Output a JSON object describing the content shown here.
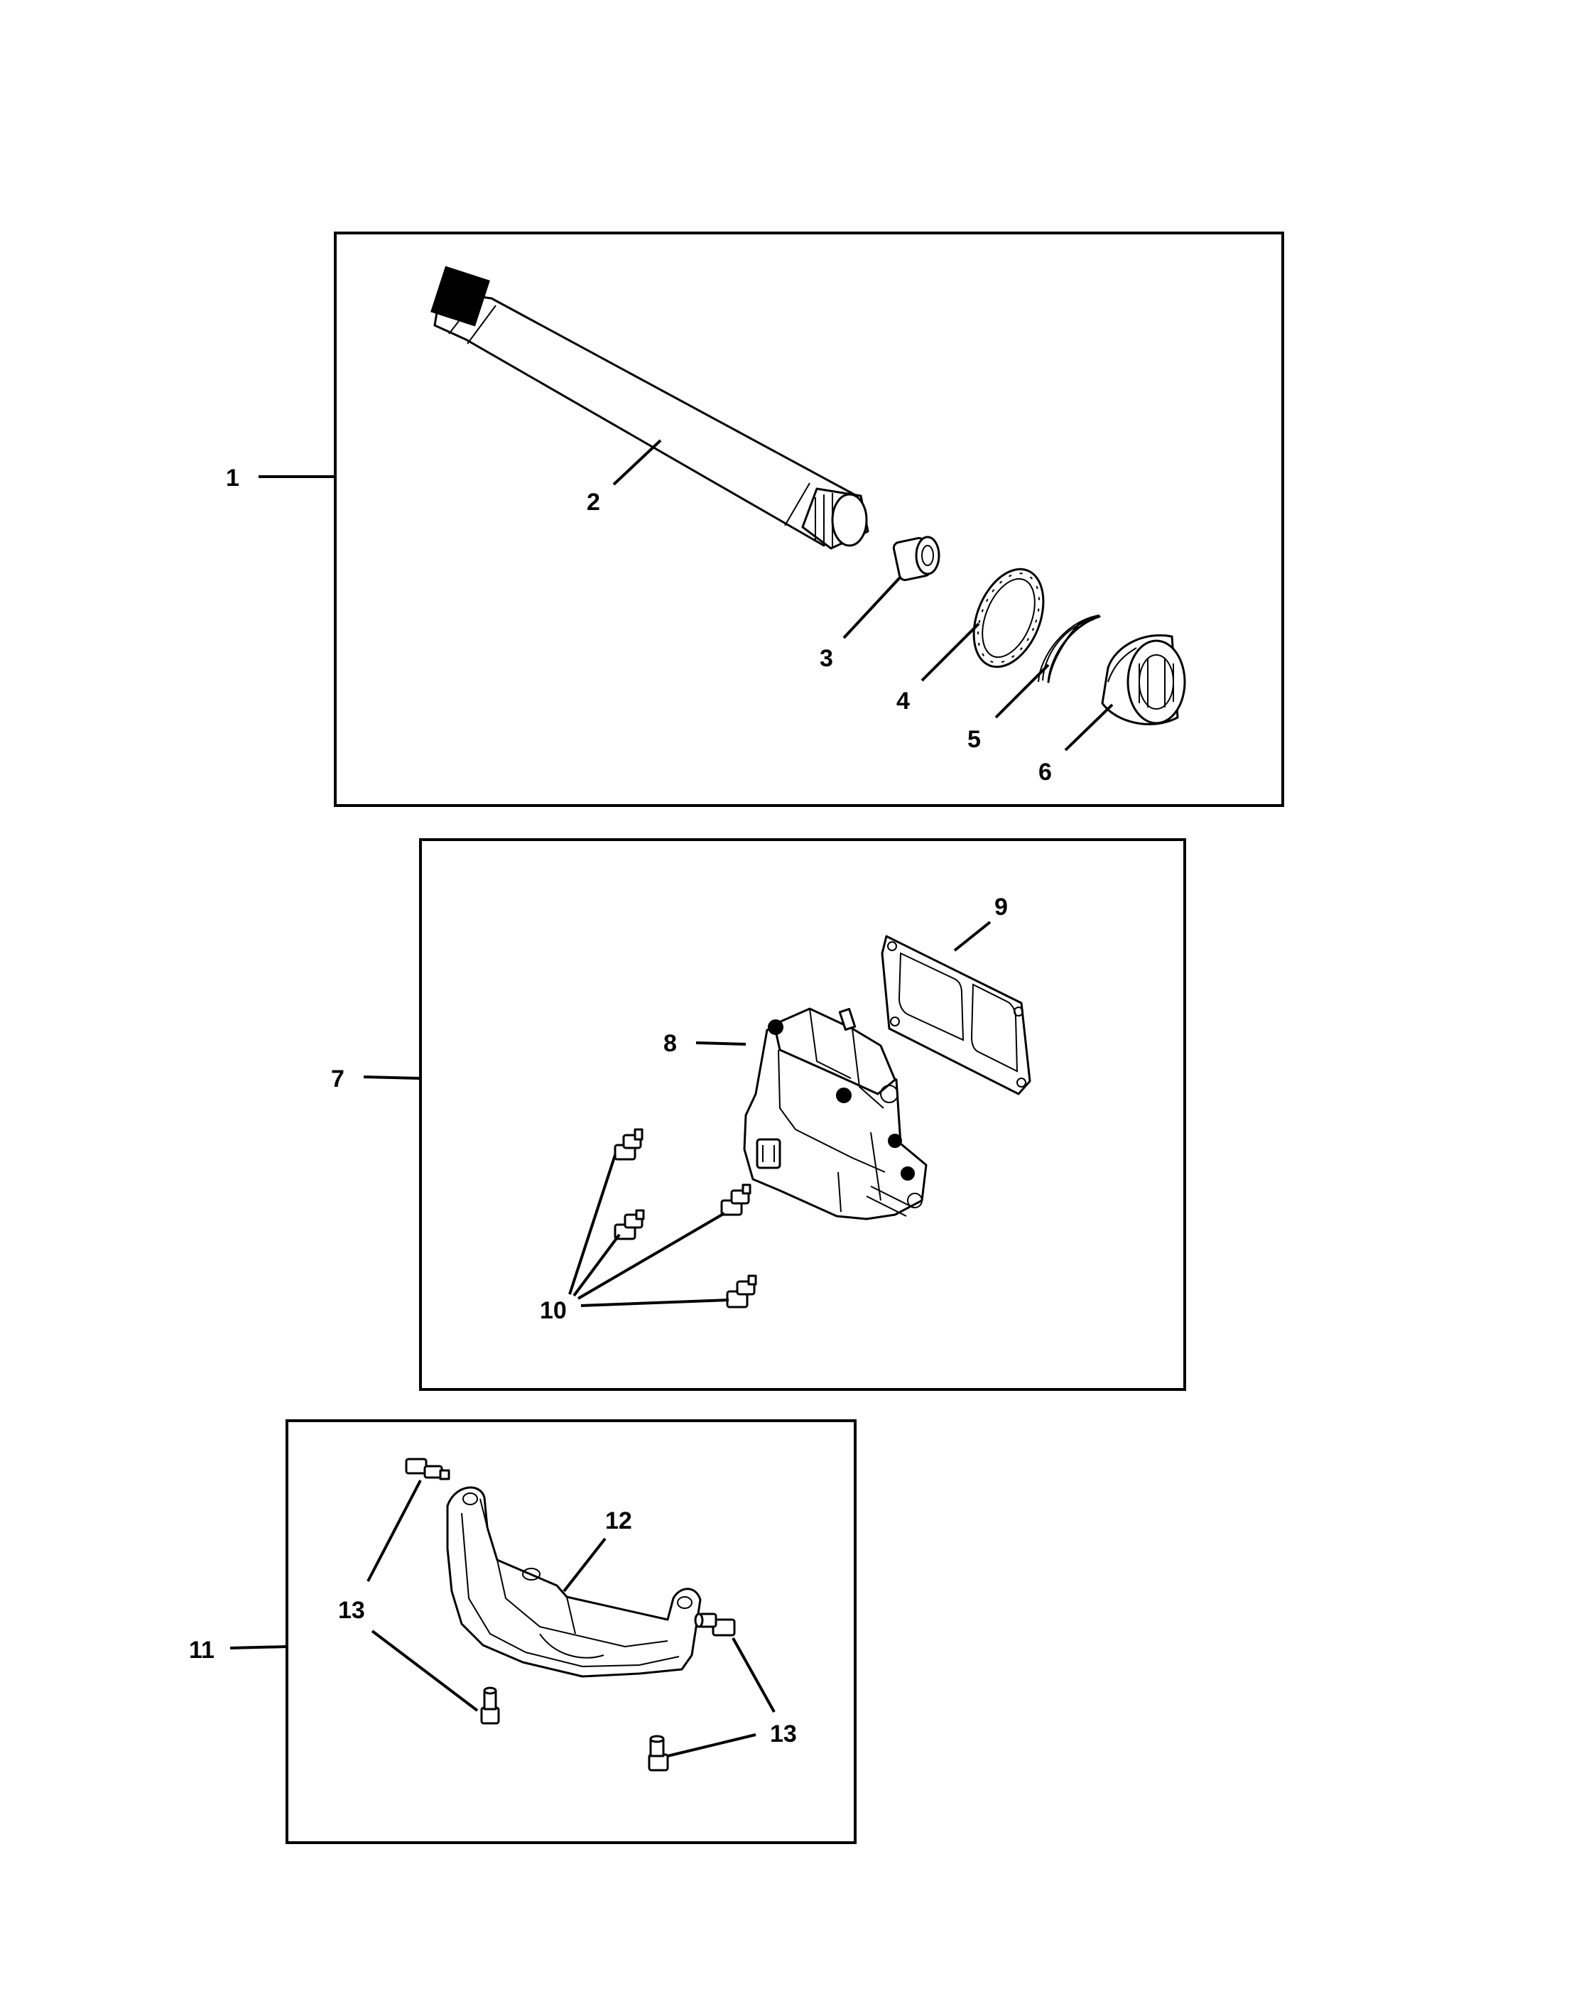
{
  "callouts": {
    "c1": "1",
    "c2": "2",
    "c3": "3",
    "c4": "4",
    "c5": "5",
    "c6": "6",
    "c7": "7",
    "c8": "8",
    "c9": "9",
    "c10": "10",
    "c11": "11",
    "c12": "12",
    "c13a": "13",
    "c13b": "13"
  },
  "groups": [
    {
      "callout": "1",
      "parts": [
        "2",
        "3",
        "4",
        "5",
        "6"
      ]
    },
    {
      "callout": "7",
      "parts": [
        "8",
        "9",
        "10"
      ]
    },
    {
      "callout": "11",
      "parts": [
        "12",
        "13"
      ]
    }
  ],
  "icons": [
    "shaft",
    "bushing",
    "seal-ring",
    "snap-ring",
    "sleeve",
    "shift-motor",
    "gasket",
    "bolt",
    "bracket"
  ]
}
